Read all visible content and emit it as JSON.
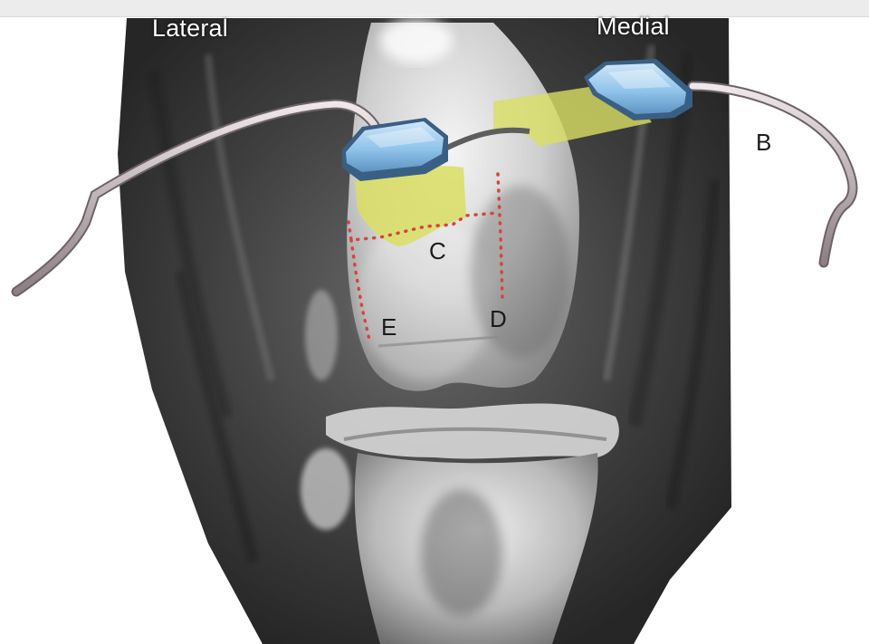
{
  "figure": {
    "labels": {
      "lateral": "Lateral",
      "medial": "Medial"
    },
    "markers": {
      "b": "B",
      "c": "C",
      "d": "D",
      "e": "E"
    }
  },
  "colors": {
    "implant_blue": "#8fc3ea",
    "graft_yellow": "#d9de63",
    "dotted_outline": "#d6443f",
    "wire": "#b9aeb3"
  }
}
